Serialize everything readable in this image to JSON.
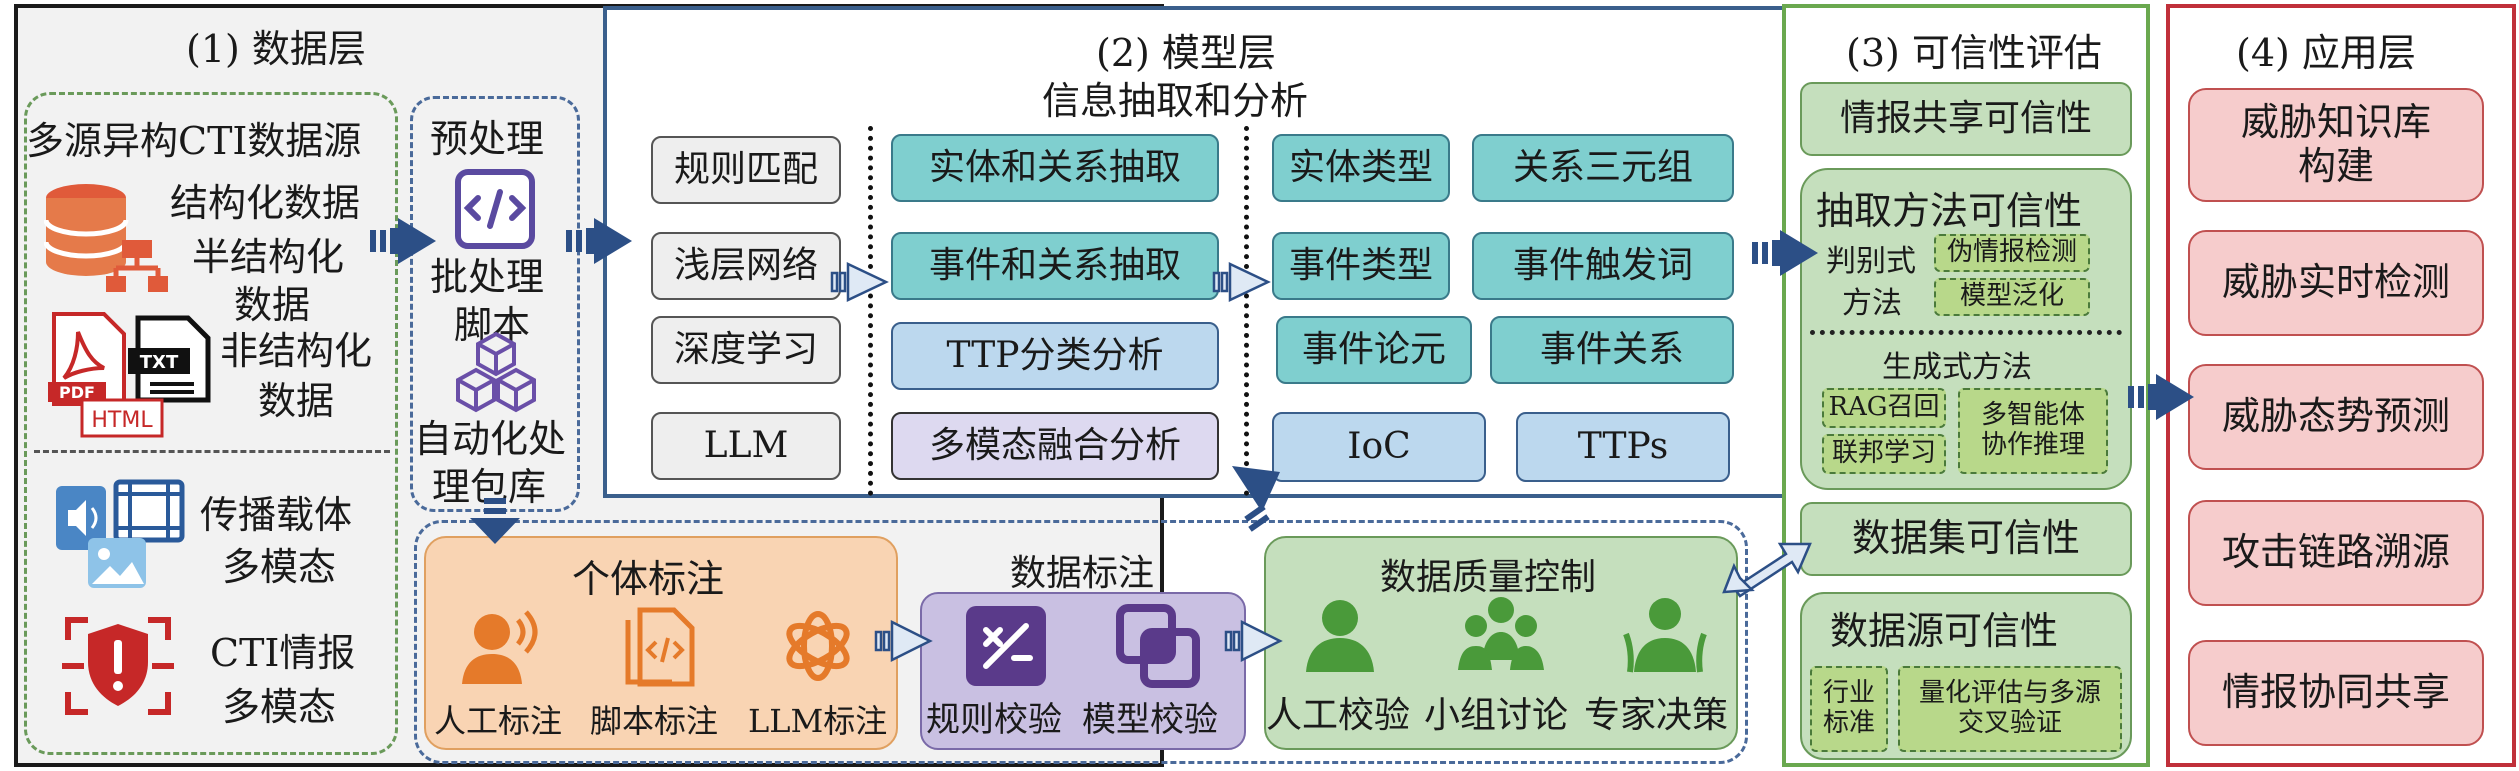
{
  "layer1": {
    "title": "(1) 数据层",
    "sources_title": "多源异构CTI数据源",
    "structured": "结构化数据",
    "semi_structured_1": "半结构化",
    "semi_structured_2": "数据",
    "unstructured_1": "非结构化",
    "unstructured_2": "数据",
    "pdf_label": "PDF",
    "txt_label": "TXT",
    "html_label": "HTML",
    "carrier_1": "传播载体",
    "carrier_2": "多模态",
    "cti_1": "CTI情报",
    "cti_2": "多模态",
    "preprocess_title": "预处理",
    "batch_1": "批处理",
    "batch_2": "脚本",
    "auto_1": "自动化处",
    "auto_2": "理包库"
  },
  "layer2": {
    "title_1": "(2) 模型层",
    "title_2": "信息抽取和分析",
    "methods": [
      "规则匹配",
      "浅层网络",
      "深度学习",
      "LLM"
    ],
    "tasks": [
      "实体和关系抽取",
      "事件和关系抽取",
      "TTP分类分析",
      "多模态融合分析"
    ],
    "outputs": [
      "实体类型",
      "关系三元组",
      "事件类型",
      "事件触发词",
      "事件论元",
      "事件关系",
      "IoC",
      "TTPs"
    ]
  },
  "annotation": {
    "individual_title": "个体标注",
    "individual_items": [
      "人工标注",
      "脚本标注",
      "LLM标注"
    ],
    "labeling_title": "数据标注",
    "labeling_items": [
      "规则校验",
      "模型校验"
    ],
    "quality_title": "数据质量控制",
    "quality_items": [
      "人工校验",
      "小组讨论",
      "专家决策"
    ]
  },
  "layer3": {
    "title": "(3) 可信性评估",
    "intel_sharing": "情报共享可信性",
    "extraction_title": "抽取方法可信性",
    "discriminative_1": "判别式",
    "discriminative_2": "方法",
    "fake_detect": "伪情报检测",
    "model_general": "模型泛化",
    "generative": "生成式方法",
    "rag": "RAG召回",
    "federated": "联邦学习",
    "multi_agent_1": "多智能体",
    "multi_agent_2": "协作推理",
    "dataset": "数据集可信性",
    "datasource": "数据源可信性",
    "industry_1": "行业",
    "industry_2": "标准",
    "quant_1": "量化评估与多源",
    "quant_2": "交叉验证"
  },
  "layer4": {
    "title": "(4) 应用层",
    "kb_1": "威胁知识库",
    "kb_2": "构建",
    "items": [
      "威胁实时检测",
      "威胁态势预测",
      "攻击链路溯源",
      "情报协同共享"
    ]
  },
  "icons": {
    "database": "database-network-icon",
    "pdf": "pdf-file-icon",
    "txt": "txt-file-icon",
    "html": "html-file-icon",
    "script": "script-code-icon",
    "packages": "cube-packages-icon",
    "media": "audio-video-image-icon",
    "cti": "shield-alert-icon",
    "person_voice": "person-voice-icon",
    "script_file": "script-file-icon",
    "openai": "openai-logo-icon",
    "rule_check": "rule-check-icon",
    "model_check": "model-check-icon",
    "user": "user-icon",
    "group": "group-icon",
    "experts": "experts-icon"
  },
  "colors": {
    "teal": "#7fcfcf",
    "blue_light": "#bcd8ee",
    "gray_box": "#eeeeee",
    "purple_light": "#ddd9f0",
    "orange": "#f9d4b3",
    "purple": "#c9c0e2",
    "green_box": "#c5dfbd",
    "red_box": "#f6cccc",
    "layer_blue": "#3a5f8c",
    "layer_green": "#6aa84f",
    "layer_red": "#c0303a",
    "icon_orange": "#e57a2a",
    "icon_purple": "#6a4fa8",
    "icon_green": "#4a9a3a",
    "icon_red": "#c62828",
    "icon_blue": "#4a86c5"
  }
}
